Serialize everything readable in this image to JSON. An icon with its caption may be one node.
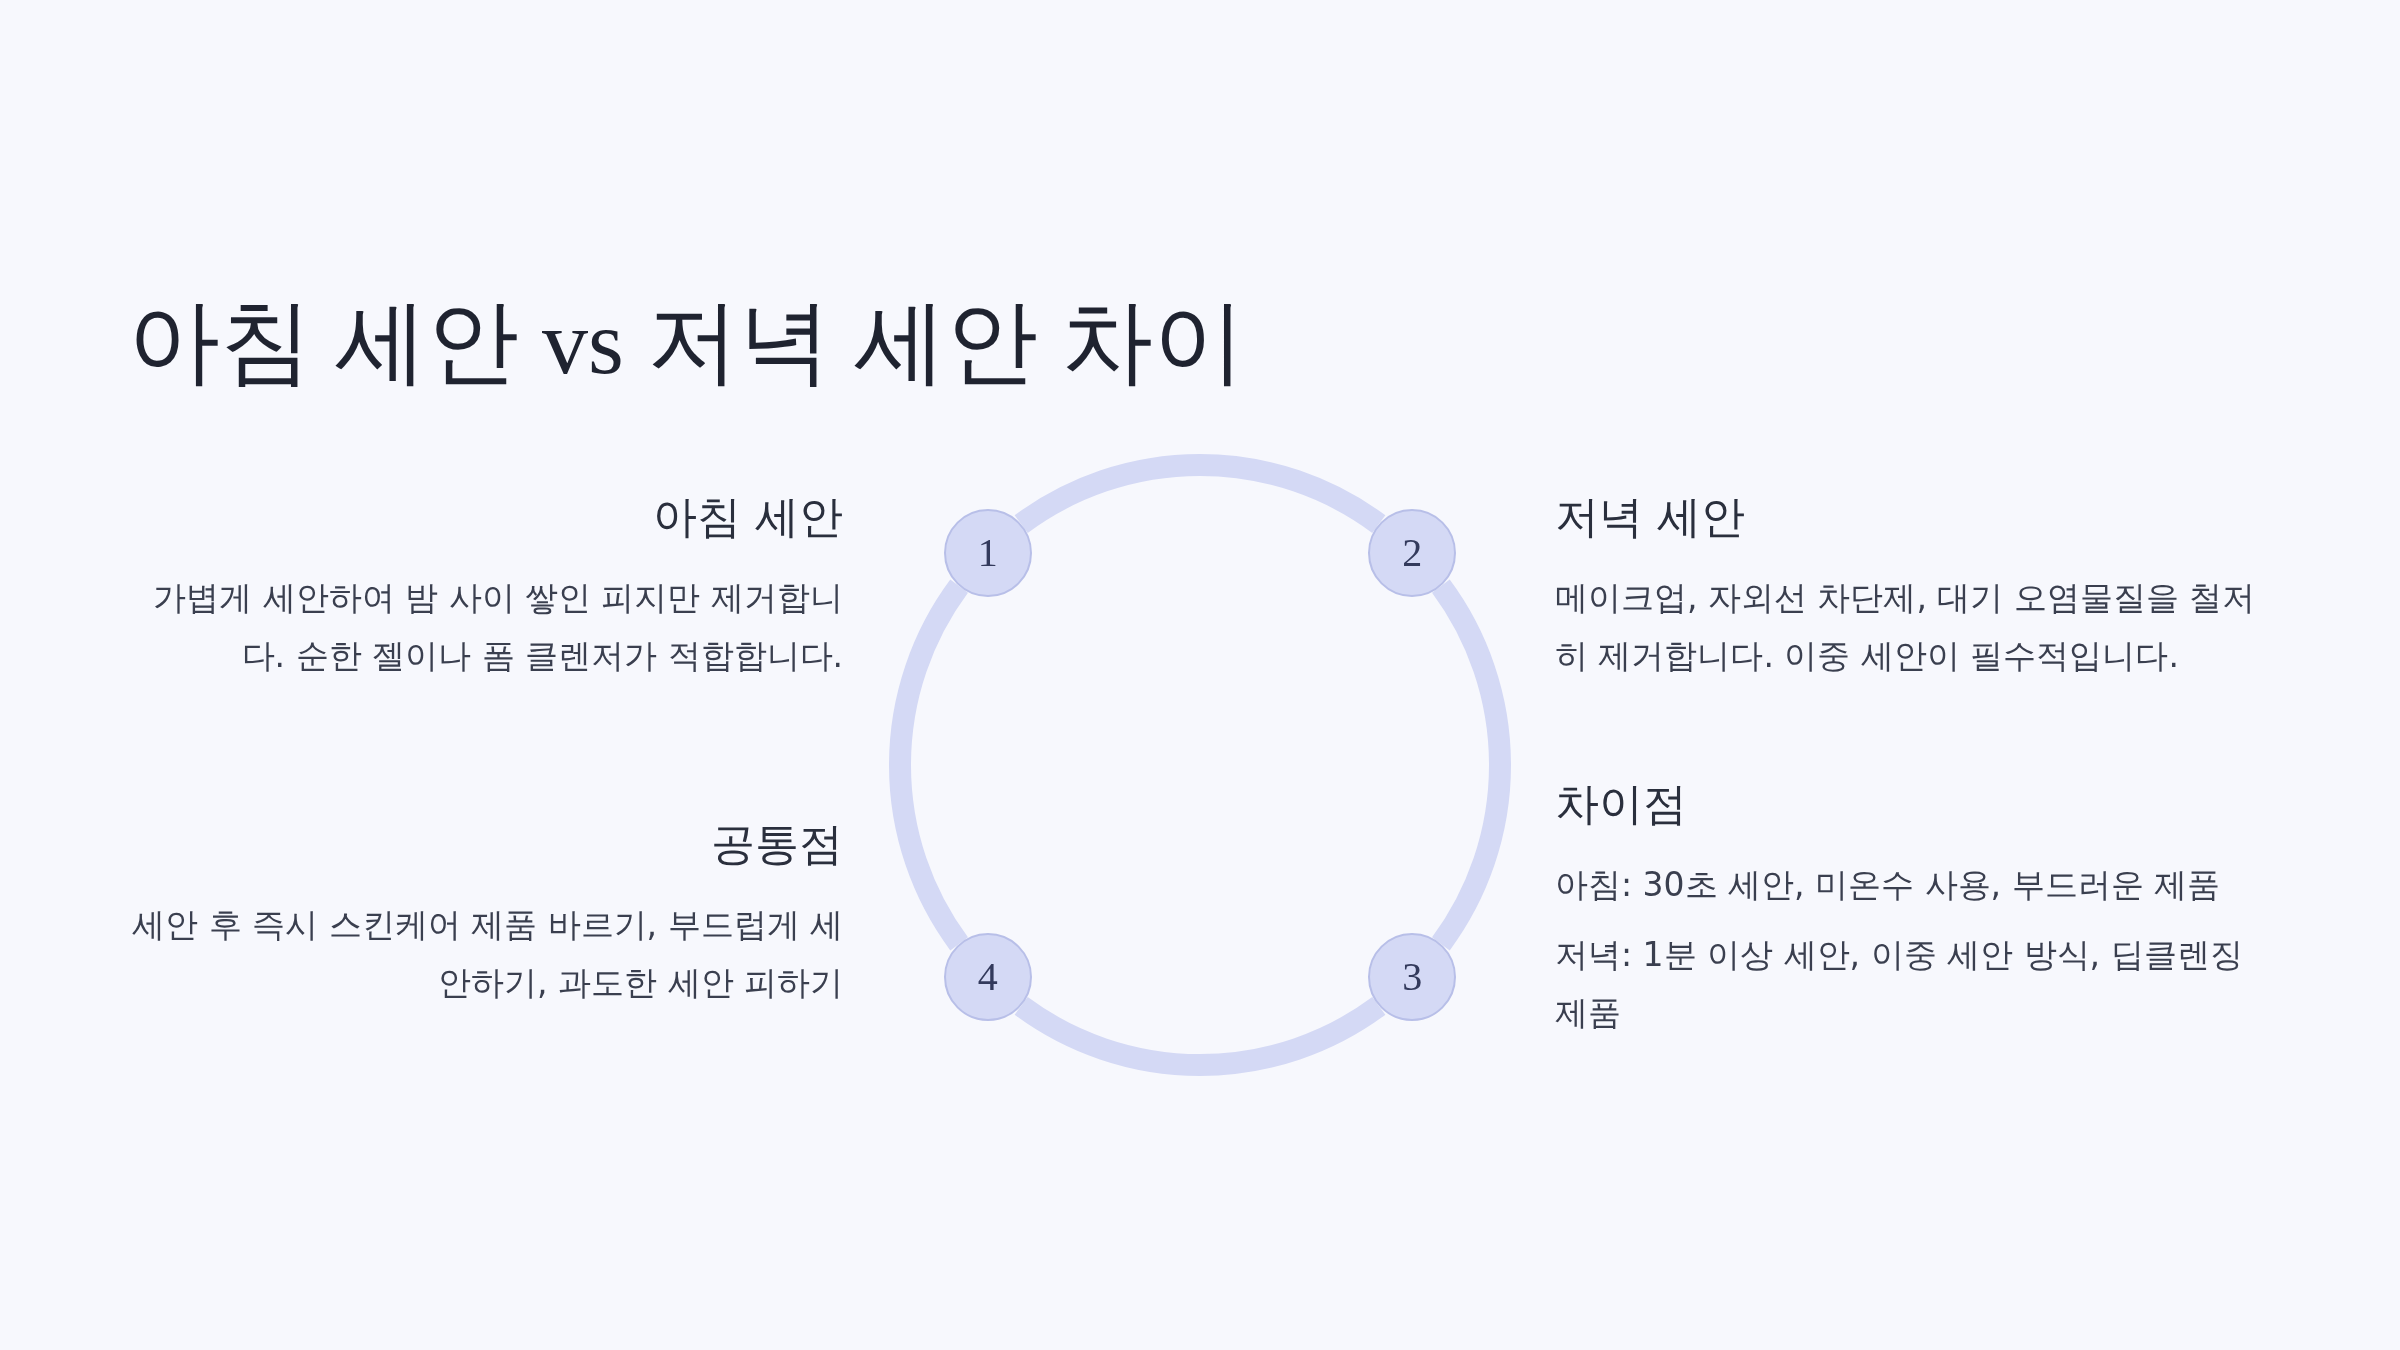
{
  "diagram": {
    "title": "아침 세안 vs 저녁 세안 차이",
    "nodes": [
      {
        "text": [
          "1"
        ],
        "beside": [
          "아침 세안",
          "가볍게 세안하여 밤 사이 쌓인 피지만 제거합니다. 순한 젤이나 폼 클렌저가 적합합니다."
        ]
      },
      {
        "text": [
          "2"
        ],
        "beside": [
          "저녁 세안",
          "메이크업, 자외선 차단제, 대기 오염물질을 철저히 제거합니다. 이중 세안이 필수적입니다."
        ]
      },
      {
        "text": [
          "3"
        ],
        "beside": [
          "차이점",
          "아침: 30초 세안, 미온수 사용, 부드러운 제품",
          "저녁: 1분 이상 세안, 이중 세안 방식, 딥클렌징 제품"
        ]
      },
      {
        "text": [
          "4"
        ],
        "beside": [
          "공통점",
          "세안 후 즉시 스킨케어 제품 바르기, 부드럽게 세안하기, 과도한 세안 피하기"
        ]
      }
    ],
    "edges": [
      {
        "from": 0,
        "to": 1,
        "arrow": "none"
      },
      {
        "from": 1,
        "to": 2,
        "arrow": "none"
      },
      {
        "from": 2,
        "to": 3,
        "arrow": "none"
      },
      {
        "from": 3,
        "to": 0,
        "arrow": "none"
      }
    ]
  }
}
